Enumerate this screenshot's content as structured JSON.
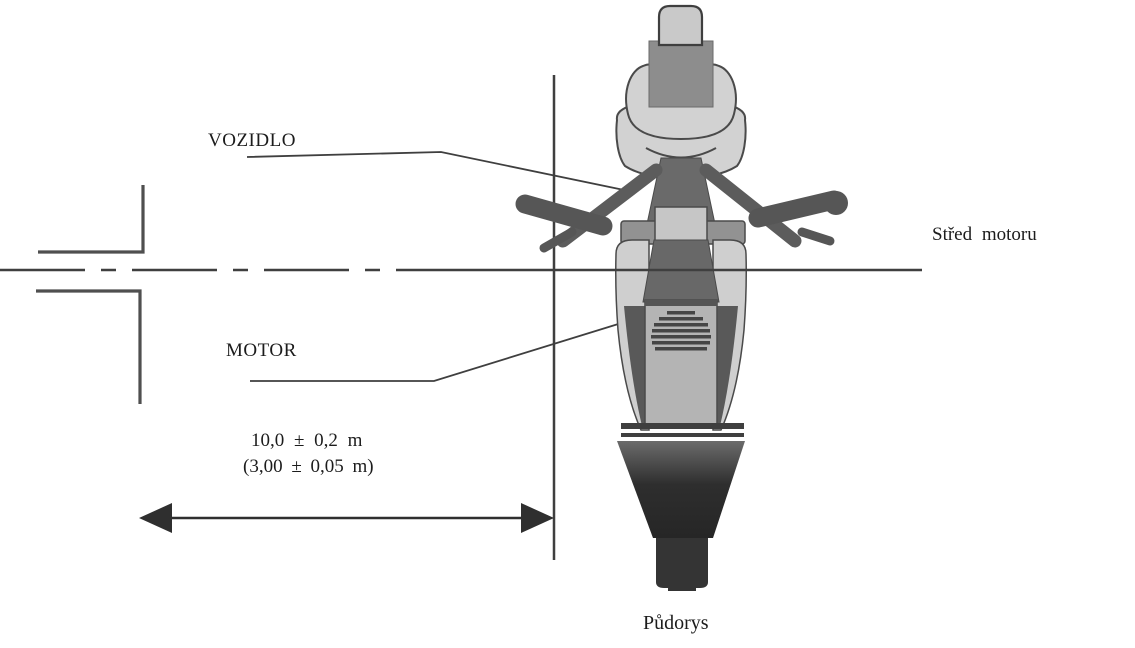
{
  "figure": {
    "labels": {
      "vehicle": "VOZIDLO",
      "engine": "MOTOR",
      "engine_center": "Střed motoru",
      "caption": "Půdorys"
    },
    "dimension": {
      "primary": "10,0 ± 0,2 m",
      "secondary": "(3,00 ± 0,05 m)"
    },
    "icons": {
      "dimension_arrow": "double-headed-arrow-icon",
      "centerline": "dash-dot-centerline-icon",
      "microphone_marker": "corner-bracket-marker-icon"
    },
    "colors": {
      "background": "#ffffff",
      "line": "#3f3f3f",
      "text": "#1c1c1c",
      "bike_light": "#d2d2d2",
      "bike_mid": "#8f8f8f",
      "bike_dark": "#5f5f5f",
      "bike_darkest": "#2e2e2e"
    }
  }
}
